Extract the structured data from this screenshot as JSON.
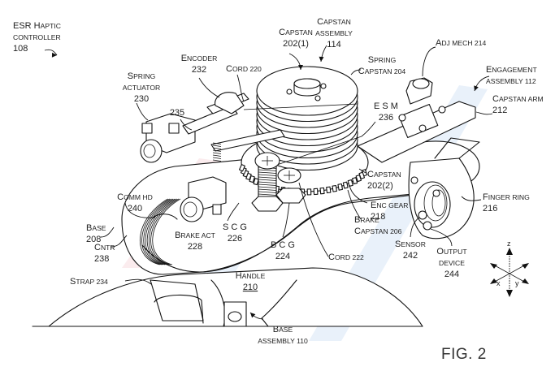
{
  "figure": {
    "caption": "FIG. 2",
    "axes": {
      "z": "z",
      "x": "x",
      "y": "y"
    }
  },
  "labels": [
    {
      "id": "esr-haptic-controller",
      "lines": [
        [
          "ESR H",
          "APTIC"
        ],
        [
          "",
          "CONTROLLER"
        ],
        [
          "108",
          ""
        ]
      ]
    },
    {
      "id": "encoder",
      "lines": [
        [
          "E",
          "NCODER"
        ],
        [
          "232",
          ""
        ]
      ]
    },
    {
      "id": "cord-220",
      "lines": [
        [
          "C",
          "ORD 220"
        ]
      ]
    },
    {
      "id": "capstan-202-1",
      "lines": [
        [
          "C",
          "APSTAN"
        ],
        [
          "202(1)",
          ""
        ]
      ]
    },
    {
      "id": "capstan-assembly",
      "lines": [
        [
          "C",
          "APSTAN"
        ],
        [
          "",
          "ASSEMBLY"
        ],
        [
          "114",
          ""
        ]
      ]
    },
    {
      "id": "spring-capstan",
      "lines": [
        [
          "S",
          "PRING"
        ],
        [
          "C",
          "APSTAN 204"
        ]
      ]
    },
    {
      "id": "adj-mech",
      "lines": [
        [
          "A",
          "DJ MECH 214"
        ]
      ]
    },
    {
      "id": "engagement-assembly",
      "lines": [
        [
          "E",
          "NGAGEMENT"
        ],
        [
          "",
          "ASSEMBLY 112"
        ]
      ]
    },
    {
      "id": "capstan-arm",
      "lines": [
        [
          "C",
          "APSTAN ARM"
        ],
        [
          "212",
          ""
        ]
      ]
    },
    {
      "id": "spring-actuator",
      "lines": [
        [
          "S",
          "PRING"
        ],
        [
          "",
          "ACTUATOR"
        ],
        [
          "230",
          ""
        ]
      ]
    },
    {
      "id": "ref-235",
      "lines": [
        [
          "235",
          ""
        ]
      ]
    },
    {
      "id": "esm",
      "lines": [
        [
          "E S M",
          ""
        ],
        [
          "236",
          ""
        ]
      ]
    },
    {
      "id": "capstan-202-2",
      "lines": [
        [
          "C",
          "APSTAN"
        ],
        [
          "202(2)",
          ""
        ]
      ]
    },
    {
      "id": "enc-gear",
      "lines": [
        [
          "E",
          "NC GEAR"
        ],
        [
          "218",
          ""
        ]
      ]
    },
    {
      "id": "brake-capstan",
      "lines": [
        [
          "B",
          "RAKE"
        ],
        [
          "C",
          "APSTAN 206"
        ]
      ]
    },
    {
      "id": "finger-ring",
      "lines": [
        [
          "F",
          "INGER RING"
        ],
        [
          "216",
          ""
        ]
      ]
    },
    {
      "id": "comm-hd",
      "lines": [
        [
          "C",
          "OMM HD"
        ],
        [
          "240",
          ""
        ]
      ]
    },
    {
      "id": "base-208",
      "lines": [
        [
          "B",
          "ASE"
        ],
        [
          "208",
          ""
        ]
      ]
    },
    {
      "id": "cntr",
      "lines": [
        [
          "C",
          "NTR"
        ],
        [
          "238",
          ""
        ]
      ]
    },
    {
      "id": "brake-act",
      "lines": [
        [
          "B",
          "RAKE ACT"
        ],
        [
          "228",
          ""
        ]
      ]
    },
    {
      "id": "scg",
      "lines": [
        [
          "S C G",
          ""
        ],
        [
          "226",
          ""
        ]
      ]
    },
    {
      "id": "bcg",
      "lines": [
        [
          "B C G",
          ""
        ],
        [
          "224",
          ""
        ]
      ]
    },
    {
      "id": "cord-222",
      "lines": [
        [
          "C",
          "ORD 222"
        ]
      ]
    },
    {
      "id": "sensor",
      "lines": [
        [
          "S",
          "ENSOR"
        ],
        [
          "242",
          ""
        ]
      ]
    },
    {
      "id": "output-device",
      "lines": [
        [
          "O",
          "UTPUT"
        ],
        [
          "",
          "DEVICE"
        ],
        [
          "244",
          ""
        ]
      ]
    },
    {
      "id": "strap",
      "lines": [
        [
          "S",
          "TRAP 234"
        ]
      ]
    },
    {
      "id": "handle",
      "lines": [
        [
          "H",
          "ANDLE"
        ],
        [
          "210",
          ""
        ]
      ],
      "underline_last": true
    },
    {
      "id": "base-assembly",
      "lines": [
        [
          "B",
          "ASE"
        ],
        [
          "",
          "ASSEMBLY 110"
        ]
      ]
    }
  ]
}
